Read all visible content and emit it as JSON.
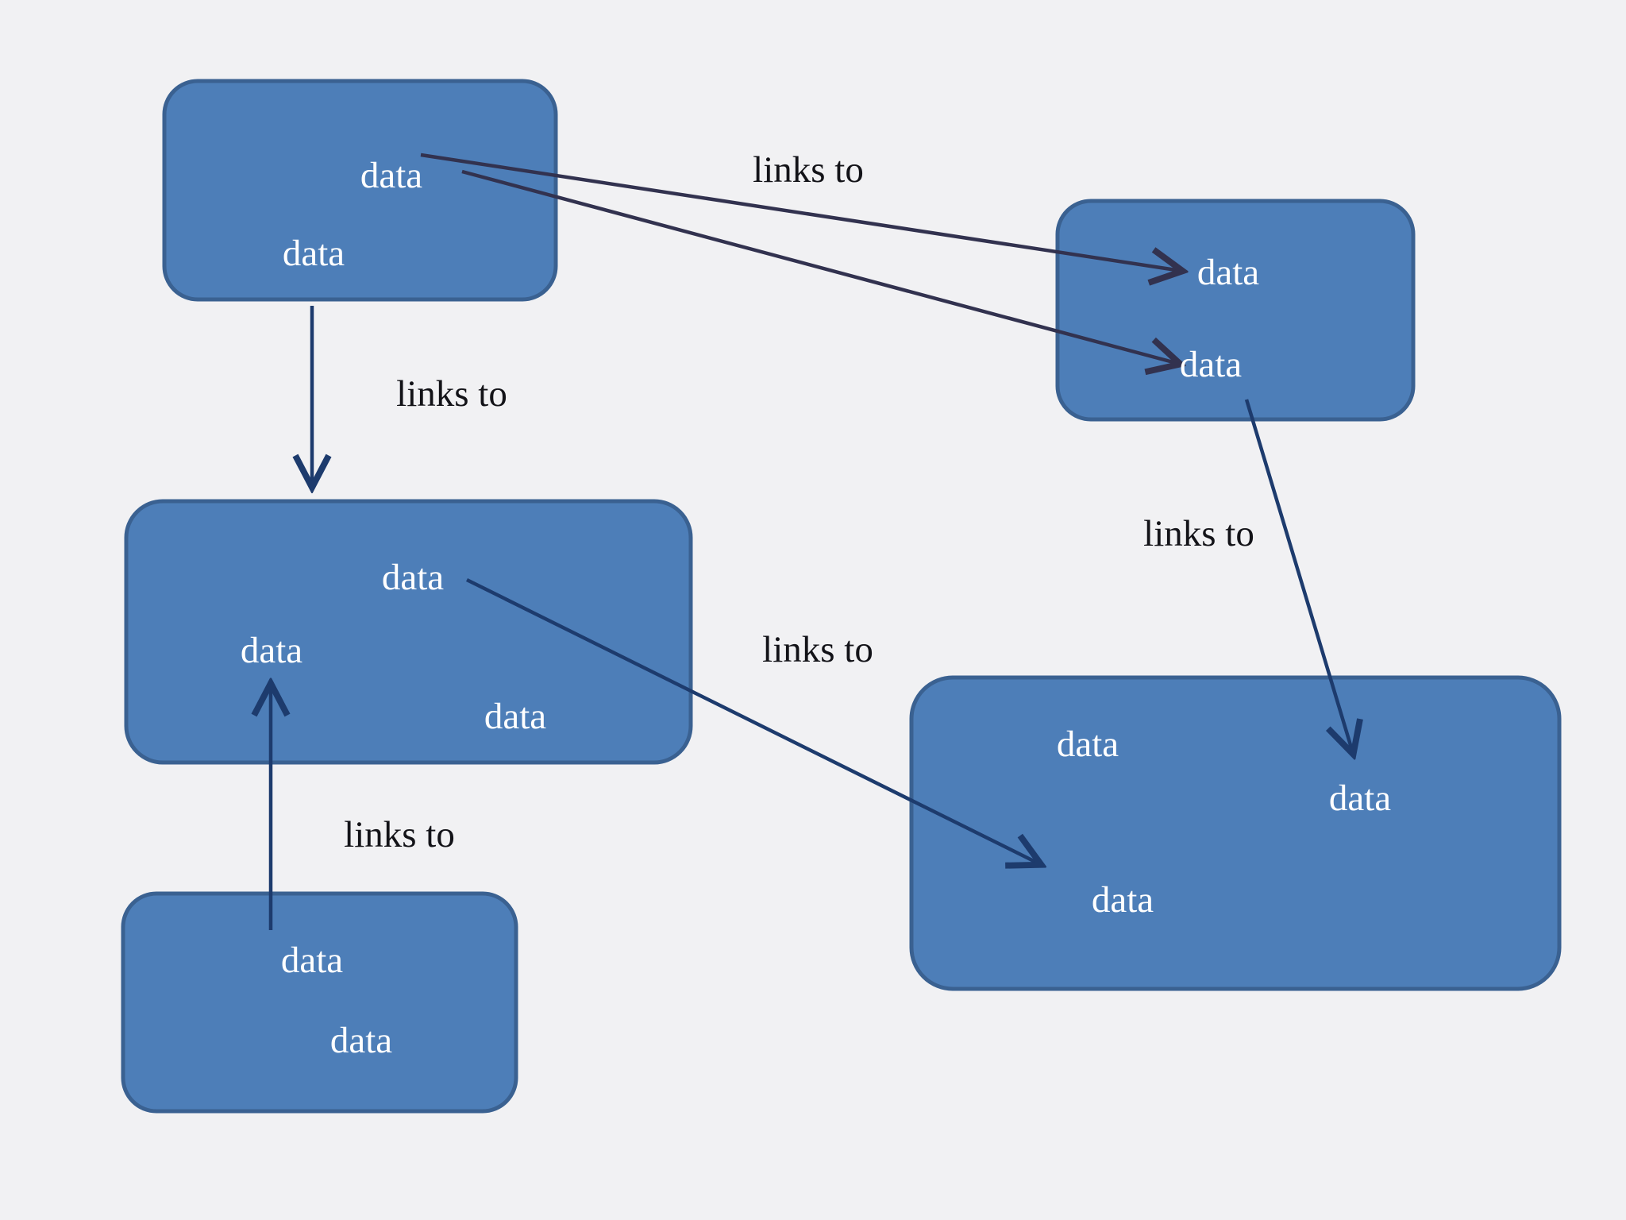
{
  "colors": {
    "background": "#f1f1f3",
    "node_fill": "#4d7eb8",
    "node_border": "#3a6191",
    "node_label_color": "#ffffff",
    "edge_label_color": "#131318",
    "arrow_blue": "#1d3b6d",
    "arrow_dark": "#32324f"
  },
  "diagram": {
    "nodes": [
      {
        "name": "node-top-left",
        "labels": [
          "data",
          "data"
        ]
      },
      {
        "name": "node-top-right",
        "labels": [
          "data",
          "data"
        ]
      },
      {
        "name": "node-middle-left",
        "labels": [
          "data",
          "data",
          "data"
        ]
      },
      {
        "name": "node-bottom-left",
        "labels": [
          "data",
          "data"
        ]
      },
      {
        "name": "node-bottom-right",
        "labels": [
          "data",
          "data",
          "data"
        ]
      }
    ],
    "edges": [
      {
        "name": "edge-topleft-to-topright-1",
        "label": "links to"
      },
      {
        "name": "edge-topleft-to-topright-2"
      },
      {
        "name": "edge-topleft-to-middleleft",
        "label": "links to"
      },
      {
        "name": "edge-topright-to-bottomright",
        "label": "links to"
      },
      {
        "name": "edge-middleleft-to-bottomright",
        "label": "links to"
      },
      {
        "name": "edge-bottomleft-to-middleleft",
        "label": "links to"
      }
    ]
  }
}
